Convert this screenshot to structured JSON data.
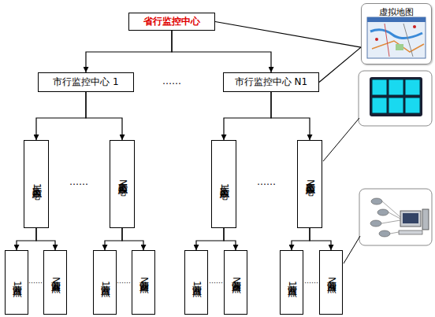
{
  "diagram": {
    "nodes": [
      {
        "text": [
          "省行监控中心"
        ]
      },
      {
        "text": [
          "虚拟地图"
        ]
      },
      {
        "text": [
          "市行监控中心 1"
        ]
      },
      {
        "text": [
          "市行监控中心 N1"
        ]
      },
      {
        "text": [
          "支行监控中心1"
        ]
      },
      {
        "text": [
          "支行监控中心N2"
        ]
      },
      {
        "text": [
          "支行监控中心1"
        ]
      },
      {
        "text": [
          "支行监控中心N3"
        ]
      },
      {
        "text": [
          "营业网点1"
        ]
      },
      {
        "text": [
          "营业网点N4"
        ]
      },
      {
        "text": [
          "营业网点1"
        ]
      },
      {
        "text": [
          "营业网点N5"
        ]
      },
      {
        "text": [
          "营业网点1"
        ]
      },
      {
        "text": [
          "营业网点N6"
        ]
      },
      {
        "text": [
          "营业网点1"
        ]
      },
      {
        "text": [
          "营业网点N7"
        ]
      }
    ],
    "edges": [
      {
        "from": 0,
        "to": 1,
        "arrow": "none"
      },
      {
        "from": 0,
        "to": 2,
        "arrow": "to"
      },
      {
        "from": 0,
        "to": 3,
        "arrow": "to"
      },
      {
        "from": 3,
        "to": 1,
        "arrow": "none"
      },
      {
        "from": 2,
        "to": 4,
        "arrow": "to"
      },
      {
        "from": 2,
        "to": 5,
        "arrow": "to"
      },
      {
        "from": 3,
        "to": 6,
        "arrow": "to"
      },
      {
        "from": 3,
        "to": 7,
        "arrow": "to"
      },
      {
        "from": 4,
        "to": 8,
        "arrow": "to"
      },
      {
        "from": 4,
        "to": 9,
        "arrow": "to"
      },
      {
        "from": 5,
        "to": 10,
        "arrow": "to"
      },
      {
        "from": 5,
        "to": 11,
        "arrow": "to"
      },
      {
        "from": 6,
        "to": 12,
        "arrow": "to"
      },
      {
        "from": 6,
        "to": 13,
        "arrow": "to"
      },
      {
        "from": 7,
        "to": 14,
        "arrow": "to"
      },
      {
        "from": 7,
        "to": 15,
        "arrow": "to"
      }
    ],
    "labels": [
      "……",
      "……",
      "……",
      "……",
      "……",
      "……",
      "……"
    ]
  }
}
